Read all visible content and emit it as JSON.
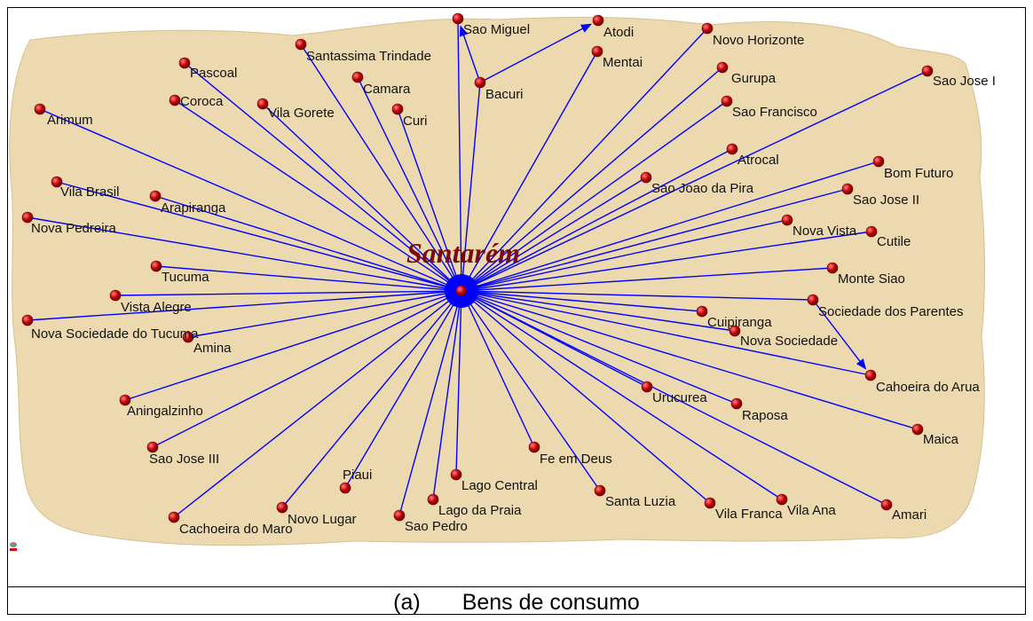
{
  "hub": {
    "name": "Santarém",
    "color": "#7a0c0c"
  },
  "colors": {
    "land": "#ecd9b0",
    "edge": "#0000ff",
    "node": "#c00000",
    "node_highlight": "#ff8080"
  },
  "caption": {
    "label": "(a)",
    "title": "Bens de consumo"
  },
  "nodes": [
    {
      "id": "sao-miguel",
      "name": "Sao Miguel"
    },
    {
      "id": "atodi",
      "name": "Atodi"
    },
    {
      "id": "novo-horizonte",
      "name": "Novo Horizonte"
    },
    {
      "id": "santassima-trindade",
      "name": "Santassima Trindade"
    },
    {
      "id": "mentai",
      "name": "Mentai"
    },
    {
      "id": "pascoal",
      "name": "Pascoal"
    },
    {
      "id": "gurupa",
      "name": "Gurupa"
    },
    {
      "id": "camara",
      "name": "Camara"
    },
    {
      "id": "bacuri",
      "name": "Bacuri"
    },
    {
      "id": "sao-jose-i",
      "name": "Sao Jose I"
    },
    {
      "id": "coroca",
      "name": "Coroca"
    },
    {
      "id": "vila-gorete",
      "name": "Vila Gorete"
    },
    {
      "id": "curi",
      "name": "Curi"
    },
    {
      "id": "sao-francisco",
      "name": "Sao Francisco"
    },
    {
      "id": "arimum",
      "name": "Arimum"
    },
    {
      "id": "atrocal",
      "name": "Atrocal"
    },
    {
      "id": "bom-futuro",
      "name": "Bom Futuro"
    },
    {
      "id": "sao-joao-da-pira",
      "name": "Sao Joao da Pira"
    },
    {
      "id": "vila-brasil",
      "name": "Vila Brasil"
    },
    {
      "id": "arapiranga",
      "name": "Arapiranga"
    },
    {
      "id": "sao-jose-ii",
      "name": "Sao Jose II"
    },
    {
      "id": "nova-pedreira",
      "name": "Nova Pedreira"
    },
    {
      "id": "nova-vista",
      "name": "Nova Vista"
    },
    {
      "id": "cutile",
      "name": "Cutile"
    },
    {
      "id": "tucuma",
      "name": "Tucuma"
    },
    {
      "id": "monte-siao",
      "name": "Monte Siao"
    },
    {
      "id": "vista-alegre",
      "name": "Vista Alegre"
    },
    {
      "id": "sociedade-dos-parentes",
      "name": "Sociedade dos Parentes"
    },
    {
      "id": "cuipiranga",
      "name": "Cuipiranga"
    },
    {
      "id": "nova-sociedade-do-tucuma",
      "name": "Nova Sociedade do Tucuma"
    },
    {
      "id": "nova-sociedade",
      "name": "Nova Sociedade"
    },
    {
      "id": "amina",
      "name": "Amina"
    },
    {
      "id": "cahoeira-do-arua",
      "name": "Cahoeira do Arua"
    },
    {
      "id": "urucurea",
      "name": "Urucurea"
    },
    {
      "id": "aningalzinho",
      "name": "Aningalzinho"
    },
    {
      "id": "raposa",
      "name": "Raposa"
    },
    {
      "id": "maica",
      "name": "Maica"
    },
    {
      "id": "sao-jose-iii",
      "name": "Sao Jose III"
    },
    {
      "id": "fe-em-deus",
      "name": "Fe em Deus"
    },
    {
      "id": "lago-central",
      "name": "Lago Central"
    },
    {
      "id": "piaui",
      "name": "Piaui"
    },
    {
      "id": "santa-luzia",
      "name": "Santa Luzia"
    },
    {
      "id": "lago-da-praia",
      "name": "Lago da Praia"
    },
    {
      "id": "vila-ana",
      "name": "Vila Ana"
    },
    {
      "id": "novo-lugar",
      "name": "Novo Lugar"
    },
    {
      "id": "vila-franca",
      "name": "Vila Franca"
    },
    {
      "id": "amari",
      "name": "Amari"
    },
    {
      "id": "cachoeira-do-maro",
      "name": "Cachoeira do Maro"
    },
    {
      "id": "sao-pedro",
      "name": "Sao Pedro"
    }
  ],
  "edges": [
    {
      "from": "santarem",
      "to": "sao-miguel"
    },
    {
      "from": "santarem",
      "to": "novo-horizonte"
    },
    {
      "from": "santarem",
      "to": "santassima-trindade"
    },
    {
      "from": "santarem",
      "to": "mentai"
    },
    {
      "from": "santarem",
      "to": "pascoal"
    },
    {
      "from": "santarem",
      "to": "gurupa"
    },
    {
      "from": "santarem",
      "to": "camara"
    },
    {
      "from": "santarem",
      "to": "bacuri"
    },
    {
      "from": "santarem",
      "to": "sao-jose-i"
    },
    {
      "from": "santarem",
      "to": "coroca"
    },
    {
      "from": "santarem",
      "to": "vila-gorete"
    },
    {
      "from": "santarem",
      "to": "curi"
    },
    {
      "from": "santarem",
      "to": "sao-francisco"
    },
    {
      "from": "santarem",
      "to": "arimum"
    },
    {
      "from": "santarem",
      "to": "atrocal"
    },
    {
      "from": "santarem",
      "to": "bom-futuro"
    },
    {
      "from": "santarem",
      "to": "sao-joao-da-pira"
    },
    {
      "from": "santarem",
      "to": "vila-brasil"
    },
    {
      "from": "santarem",
      "to": "arapiranga"
    },
    {
      "from": "santarem",
      "to": "sao-jose-ii"
    },
    {
      "from": "santarem",
      "to": "nova-pedreira"
    },
    {
      "from": "santarem",
      "to": "nova-vista"
    },
    {
      "from": "santarem",
      "to": "cutile"
    },
    {
      "from": "santarem",
      "to": "tucuma"
    },
    {
      "from": "santarem",
      "to": "monte-siao"
    },
    {
      "from": "santarem",
      "to": "vista-alegre"
    },
    {
      "from": "santarem",
      "to": "sociedade-dos-parentes"
    },
    {
      "from": "santarem",
      "to": "cuipiranga"
    },
    {
      "from": "santarem",
      "to": "nova-sociedade-do-tucuma"
    },
    {
      "from": "santarem",
      "to": "nova-sociedade"
    },
    {
      "from": "santarem",
      "to": "amina"
    },
    {
      "from": "santarem",
      "to": "cahoeira-do-arua"
    },
    {
      "from": "santarem",
      "to": "urucurea"
    },
    {
      "from": "santarem",
      "to": "aningalzinho"
    },
    {
      "from": "santarem",
      "to": "raposa"
    },
    {
      "from": "santarem",
      "to": "maica"
    },
    {
      "from": "santarem",
      "to": "sao-jose-iii"
    },
    {
      "from": "santarem",
      "to": "fe-em-deus"
    },
    {
      "from": "santarem",
      "to": "lago-central"
    },
    {
      "from": "santarem",
      "to": "piaui"
    },
    {
      "from": "santarem",
      "to": "santa-luzia"
    },
    {
      "from": "santarem",
      "to": "lago-da-praia"
    },
    {
      "from": "santarem",
      "to": "vila-ana"
    },
    {
      "from": "santarem",
      "to": "novo-lugar"
    },
    {
      "from": "santarem",
      "to": "vila-franca"
    },
    {
      "from": "santarem",
      "to": "amari"
    },
    {
      "from": "santarem",
      "to": "cachoeira-do-maro"
    },
    {
      "from": "santarem",
      "to": "sao-pedro"
    },
    {
      "from": "bacuri",
      "to": "sao-miguel",
      "arrow": true
    },
    {
      "from": "bacuri",
      "to": "atodi",
      "arrow": true
    },
    {
      "from": "sociedade-dos-parentes",
      "to": "cahoeira-do-arua",
      "arrow": true
    }
  ]
}
